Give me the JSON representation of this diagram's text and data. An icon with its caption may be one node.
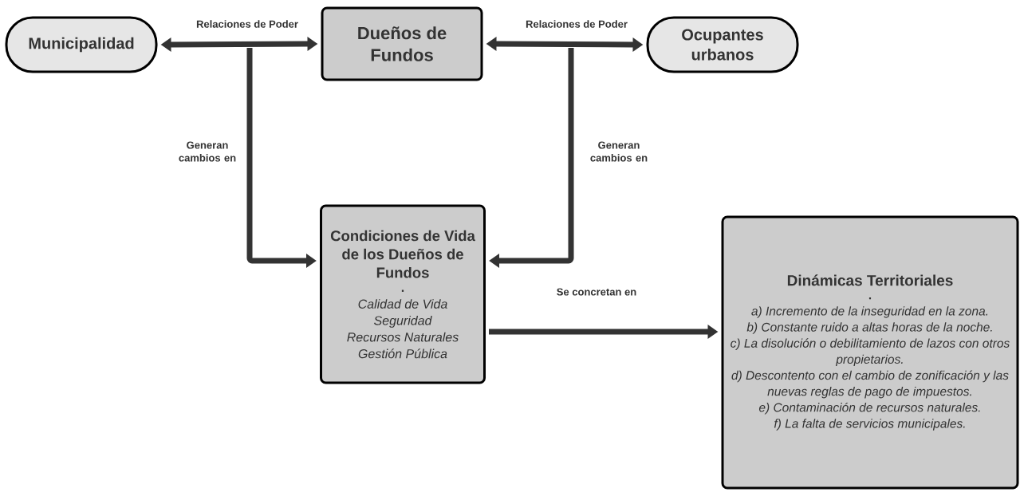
{
  "diagram": {
    "nodes": [
      {
        "text": [
          "Municipalidad"
        ]
      },
      {
        "text": [
          "Dueños de Fundos"
        ]
      },
      {
        "text": [
          "Ocupantes urbanos"
        ]
      },
      {
        "text": [
          "Condiciones de Vida de los Dueños de Fundos",
          ".",
          "Calidad de Vida",
          "Seguridad",
          "Recursos Naturales",
          "Gestión Pública"
        ]
      },
      {
        "text": [
          "Dinámicas Territoriales",
          ".",
          "a) Incremento de la inseguridad en la zona.",
          "b) Constante ruido a altas horas de la noche.",
          "c) La disolución o debilitamiento de lazos con otros propietarios.",
          "d) Descontento con el cambio de zonificación y las nuevas reglas de pago de impuestos.",
          "e) Contaminación de recursos naturales.",
          "f) La falta de servicios municipales."
        ]
      }
    ],
    "edges": [
      {
        "from": 0,
        "to": 1,
        "arrow": "both",
        "label": "Relaciones de Poder"
      },
      {
        "from": 1,
        "to": 2,
        "arrow": "both",
        "label": "Relaciones de Poder"
      },
      {
        "from": null,
        "to": 3,
        "arrow": "to",
        "label": "Generan cambios en"
      },
      {
        "from": null,
        "to": 3,
        "arrow": "to",
        "label": "Generan cambios en"
      },
      {
        "from": 3,
        "to": 4,
        "arrow": "to",
        "label": "Se concretan en"
      }
    ]
  }
}
